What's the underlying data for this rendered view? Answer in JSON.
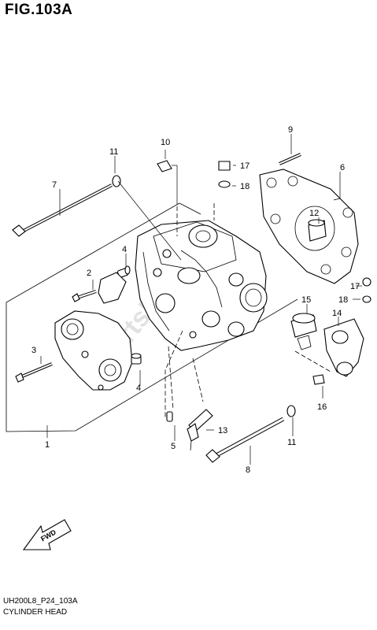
{
  "figure": {
    "title": "FIG.103A",
    "code": "UH200L8_P24_103A",
    "caption": "CYLINDER HEAD",
    "watermark": "PartsRepublik",
    "fwd_label": "FWD"
  },
  "callouts": [
    "1",
    "2",
    "3",
    "4",
    "4",
    "5",
    "6",
    "7",
    "8",
    "9",
    "10",
    "11",
    "11",
    "12",
    "13",
    "14",
    "15",
    "16",
    "17",
    "17",
    "18",
    "18"
  ]
}
